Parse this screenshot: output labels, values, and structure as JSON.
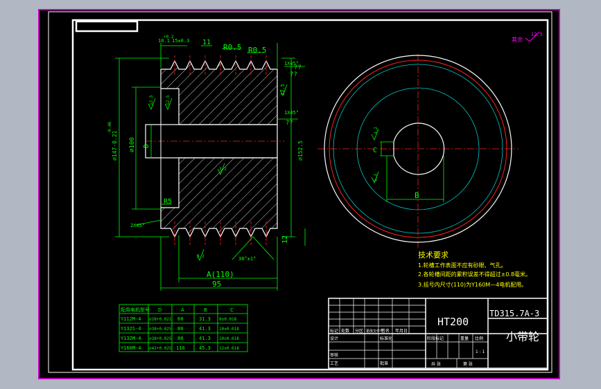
{
  "colors": {
    "background": "#000000",
    "frame": "#ffffff",
    "viewport_border": "#c000c0",
    "geometry": "#ffffff",
    "dimension": "#00ff00",
    "centerline": "#ff2020",
    "hatch": "#ffffff",
    "text_yellow": "#ffff00",
    "construction": "#00cccc",
    "magenta": "#ff00ff"
  },
  "drawing": {
    "dims": {
      "tol_top_left": "10.1",
      "tol_top_left_b": "+0.2",
      "dim_15": "15±0.3",
      "dim_11": "11",
      "r05_a": "R0.5",
      "r05_b": "R0.5",
      "chamfer_top": "1X45°",
      "qq_a": "??",
      "qq_b": "??",
      "rough_125": "12.5",
      "rough_r": "12.5",
      "chamfer_mid": "1X45°",
      "qq_c": "??",
      "dia_147": "⌀147-0.21",
      "dia_147_b": "-0.46",
      "dia_100": "⌀100",
      "label_d": "D",
      "rough_mid_a": "12.5",
      "rough_mid_b": "12.5",
      "rough_center": "3.2",
      "dia_1525": "⌀152.5",
      "r5": "R5",
      "chamfer_bot": "2X45°",
      "dim_12": "12",
      "rough_bottom": "3.2",
      "angle": "38°±1°",
      "dim_a110": "A(110)",
      "dim_95": "95"
    },
    "right_view": {
      "label_c": "C",
      "label_b": "B",
      "rough_32": "3.2",
      "rough_63": "6.3"
    },
    "roughness_corner": {
      "label": "其余",
      "value": "12.5"
    },
    "notes": {
      "title": "技术要求",
      "lines": [
        "1.轮槽工作表面不应有砂眼、气孔。",
        "2.各轮槽间距的累积误差不得超过±0.8毫米。",
        "3.括号内尺寸(110)为Y160M—4电机配用。"
      ]
    },
    "table": {
      "headers": [
        "配用电机型号",
        "D",
        "A",
        "B",
        "C"
      ],
      "rows": [
        [
          "Y112M-4",
          "⌀28+0.021",
          "60",
          "31.3",
          "8±0.018"
        ],
        [
          "Y132S-4",
          "⌀38+0.025",
          "80",
          "41.3",
          "10±0.018"
        ],
        [
          "Y132M-4",
          "⌀38+0.025",
          "80",
          "41.3",
          "10±0.018"
        ],
        [
          "Y160M-4",
          "⌀42+0.025",
          "110",
          "45.3",
          "12±0.018"
        ]
      ]
    },
    "title_block": {
      "material": "HT200",
      "code": "TD315.7A-3",
      "part_name": "小带轮",
      "labels": {
        "mark": "标记",
        "count": "处数",
        "zone": "分区",
        "design": "设计",
        "standard": "标准化",
        "review": "审核",
        "process": "工艺",
        "approve": "批准",
        "stage": "阶段标记",
        "weight": "重量",
        "scale": "比例",
        "sheets": "共 张",
        "sheet": "第 张",
        "date": "年月日",
        "sign": "签名",
        "file": "更改文件号"
      },
      "scale_value": "1 : 1"
    }
  }
}
